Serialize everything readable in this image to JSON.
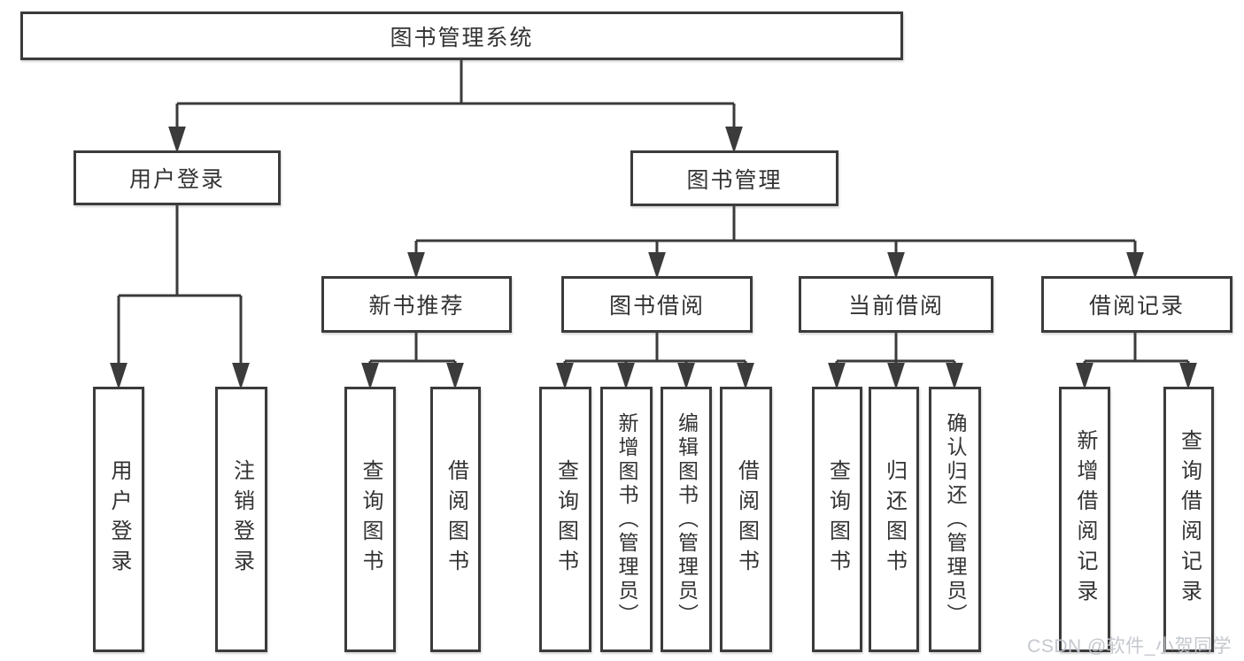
{
  "colors": {
    "line": "#3b3b3b",
    "text": "#333333",
    "watermark": "#c1c5cb"
  },
  "watermark": {
    "text": "CSDN @软件_小贺同学"
  },
  "tree": {
    "root": {
      "label": "图书管理系统"
    },
    "children": [
      {
        "label": "用户登录",
        "children": [
          {
            "label": "用户登录"
          },
          {
            "label": "注销登录"
          }
        ]
      },
      {
        "label": "图书管理",
        "children": [
          {
            "label": "新书推荐",
            "children": [
              {
                "label": "查询图书"
              },
              {
                "label": "借阅图书"
              }
            ]
          },
          {
            "label": "图书借阅",
            "children": [
              {
                "label": "查询图书"
              },
              {
                "label": "新增图书（管理员）"
              },
              {
                "label": "编辑图书（管理员）"
              },
              {
                "label": "借阅图书"
              }
            ]
          },
          {
            "label": "当前借阅",
            "children": [
              {
                "label": "查询图书"
              },
              {
                "label": "归还图书"
              },
              {
                "label": "确认归还（管理员）"
              }
            ]
          },
          {
            "label": "借阅记录",
            "children": [
              {
                "label": "新增借阅记录"
              },
              {
                "label": "查询借阅记录"
              }
            ]
          }
        ]
      }
    ]
  }
}
